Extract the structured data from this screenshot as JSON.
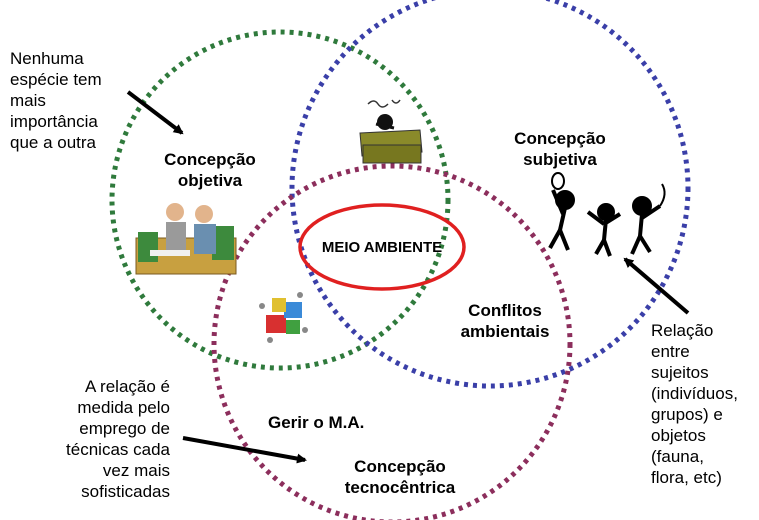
{
  "circles": {
    "objetiva": {
      "label": "Concepção\nobjetiva",
      "color": "#2f7a3c"
    },
    "subjetiva": {
      "label": "Concepção\nsubjetiva",
      "color": "#3a3fa8"
    },
    "tecnocentrica": {
      "label": "Concepção\ntecnocêntrica",
      "color": "#8c2e5c"
    }
  },
  "center": {
    "label": "MEIO AMBIENTE",
    "color": "#e02020"
  },
  "conflitos": {
    "label": "Conflitos\nambientais"
  },
  "gerir": {
    "label": "Gerir o M.A."
  },
  "notes": {
    "nenhuma": "Nenhuma\nespécie tem\nmais\nimportância\nque a outra",
    "relacao_tecnica": "A relação é\nmedida pelo\nemprego de\ntécnicas cada\nvez mais\nsofisticadas",
    "relacao_sujeitos": "Relação\nentre\nsujeitos\n(indivíduos,\ngrupos) e\nobjetos\n(fauna,\nflora, etc)"
  },
  "illustrations": [
    "meeting-illustration",
    "desk-illustration",
    "stick-figures-illustration",
    "puzzle-illustration"
  ]
}
